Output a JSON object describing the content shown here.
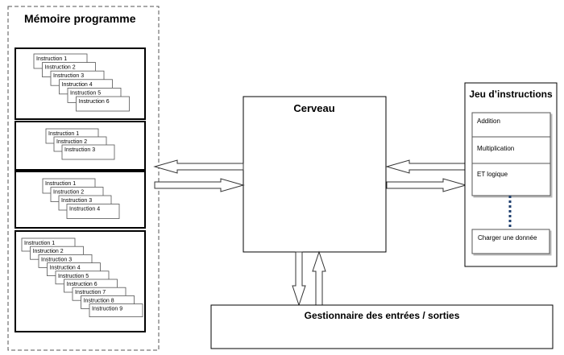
{
  "memoire": {
    "title": "Mémoire programme",
    "groups": [
      [
        "Instruction 1",
        "Instruction 2",
        "Instruction 3",
        "Instruction 4",
        "Instruction 5",
        "Instruction 6"
      ],
      [
        "Instruction 1",
        "Instruction 2",
        "Instruction 3"
      ],
      [
        "Instruction 1",
        "Instruction 2",
        "Instruction 3",
        "Instruction 4"
      ],
      [
        "Instruction 1",
        "Instruction 2",
        "Instruction 3",
        "Instruction 4",
        "Instruction 5",
        "Instruction 6",
        "Instruction 7",
        "Instruction 8",
        "Instruction 9"
      ]
    ]
  },
  "cerveau": {
    "title": "Cerveau"
  },
  "jeu": {
    "title": "Jeu d’instructions",
    "items": [
      "Addition",
      "Multiplication",
      "ET logique"
    ],
    "last_item": "Charger une donnée"
  },
  "io": {
    "title": "Gestionnaire des entrées / sorties"
  }
}
